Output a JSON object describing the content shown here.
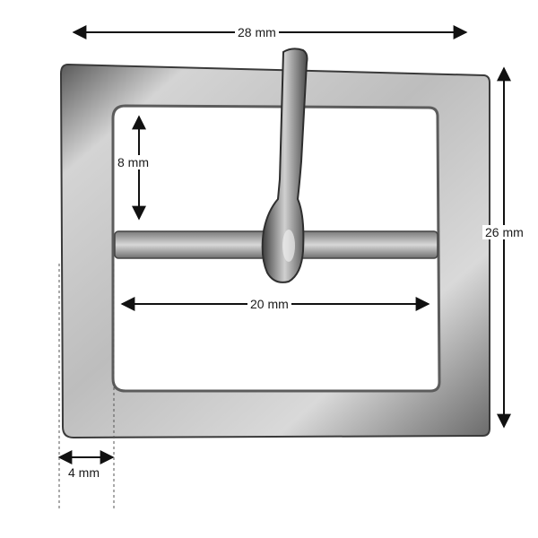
{
  "dimensions": {
    "width": "28 mm",
    "height": "26 mm",
    "inner_height": "8 mm",
    "inner_width": "20 mm",
    "frame_thickness": "4 mm"
  },
  "colors": {
    "metal_light": "#d9d9d9",
    "metal_mid": "#a8a8a8",
    "metal_dark": "#4a4a4a",
    "line": "#111111"
  }
}
